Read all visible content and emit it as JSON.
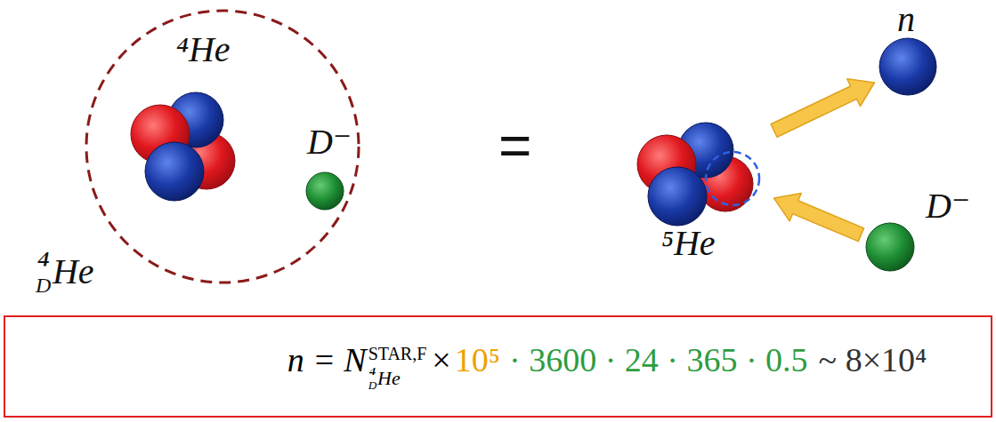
{
  "diagram": {
    "nodes": [
      {
        "text": [
          "⁴DHe"
        ]
      },
      {
        "text": [
          "⁴He"
        ],
        "in": 0
      },
      {
        "text": [
          "D⁻"
        ],
        "in": 0
      },
      {
        "text": [
          "⁵He"
        ]
      },
      {
        "text": [
          "n"
        ]
      },
      {
        "text": [
          "D⁻"
        ]
      },
      {
        "text": [
          "n = N",
          "STAR,F",
          "⁴DHe",
          "×",
          "10⁵",
          "· 3600 · 24 · 365 · 0.5",
          "~ 8×10⁴"
        ]
      }
    ],
    "edges": [
      {
        "from": 3,
        "to": 4,
        "arrow": "to"
      },
      {
        "from": 5,
        "to": 3,
        "arrow": "to"
      }
    ],
    "labels": [
      "="
    ]
  }
}
